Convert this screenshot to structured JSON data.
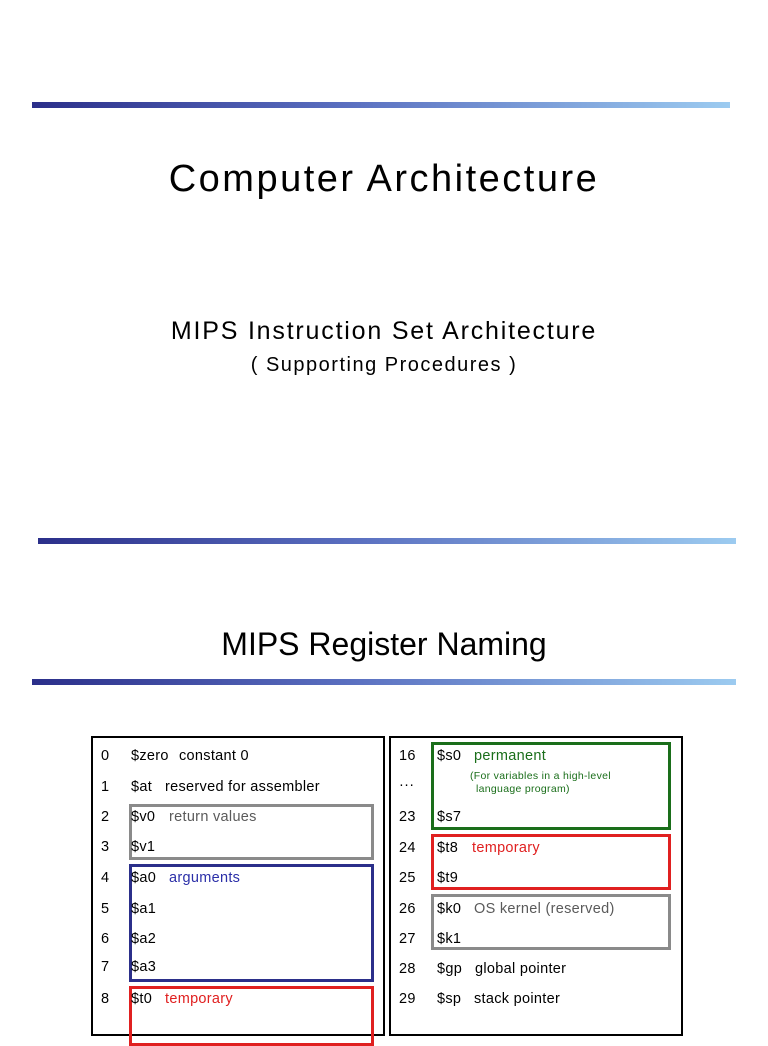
{
  "slide1": {
    "title": "Computer Architecture",
    "subtitle": "MIPS Instruction Set Architecture",
    "subsubtitle": "( Supporting Procedures )"
  },
  "slide2": {
    "title": "MIPS Register Naming",
    "left_rows": [
      {
        "num": "0",
        "reg": "$zero",
        "desc": "constant 0"
      },
      {
        "num": "1",
        "reg": "$at",
        "desc": "reserved for assembler"
      },
      {
        "num": "2",
        "reg": "$v0",
        "desc": "return values"
      },
      {
        "num": "3",
        "reg": "$v1",
        "desc": ""
      },
      {
        "num": "4",
        "reg": "$a0",
        "desc": "arguments"
      },
      {
        "num": "5",
        "reg": "$a1",
        "desc": ""
      },
      {
        "num": "6",
        "reg": "$a2",
        "desc": ""
      },
      {
        "num": "7",
        "reg": "$a3",
        "desc": ""
      },
      {
        "num": "8",
        "reg": "$t0",
        "desc": "temporary"
      }
    ],
    "right_rows": [
      {
        "num": "16",
        "reg": "$s0",
        "desc": "permanent"
      },
      {
        "num": "···",
        "reg": "",
        "desc": ""
      },
      {
        "num": "23",
        "reg": "$s7",
        "desc": ""
      },
      {
        "num": "24",
        "reg": "$t8",
        "desc": "temporary"
      },
      {
        "num": "25",
        "reg": "$t9",
        "desc": ""
      },
      {
        "num": "26",
        "reg": "$k0",
        "desc": "OS kernel (reserved)"
      },
      {
        "num": "27",
        "reg": "$k1",
        "desc": ""
      },
      {
        "num": "28",
        "reg": "$gp",
        "desc": "global pointer"
      },
      {
        "num": "29",
        "reg": "$sp",
        "desc": "stack pointer"
      }
    ],
    "permanent_note_line1": "(For variables in a high-level",
    "permanent_note_line2": "language program)"
  }
}
